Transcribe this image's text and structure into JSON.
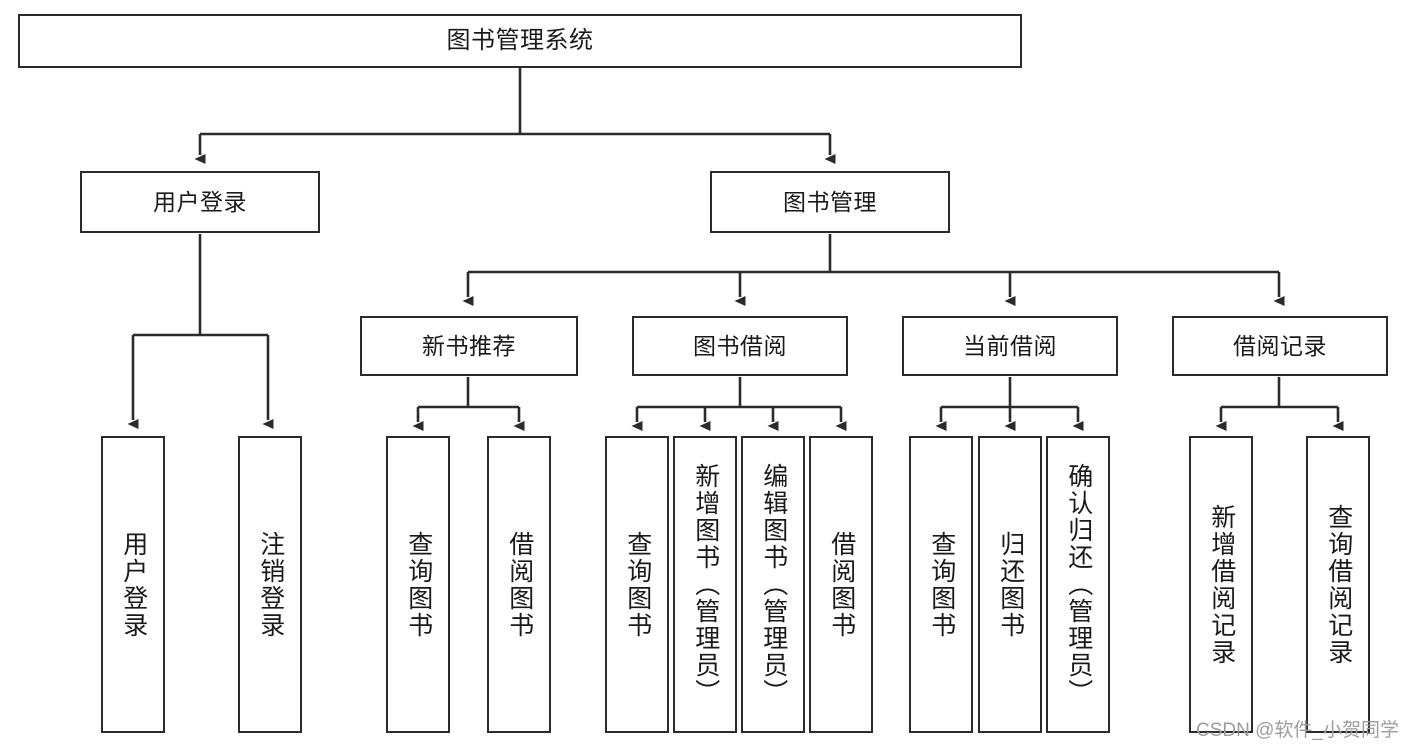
{
  "diagram": {
    "type": "tree",
    "title": "图书管理系统",
    "watermark": "CSDN @软件_小贺同学",
    "colors": {
      "box_border": "#2b2b2b",
      "box_fill": "#ffffff",
      "edge": "#2b2b2b",
      "text": "#1a1a1a",
      "watermark": "#9d9d9d"
    },
    "nodes": {
      "root": {
        "label": "图书管理系统"
      },
      "level2": [
        {
          "id": "user-login",
          "label": "用户登录"
        },
        {
          "id": "book-manage",
          "label": "图书管理"
        }
      ],
      "level3": [
        {
          "id": "new-book-rec",
          "label": "新书推荐"
        },
        {
          "id": "book-borrow",
          "label": "图书借阅"
        },
        {
          "id": "current-borrow",
          "label": "当前借阅"
        },
        {
          "id": "borrow-record",
          "label": "借阅记录"
        }
      ],
      "leaves": [
        {
          "id": "leaf-user-login",
          "label": "用户登录",
          "parent": "user-login"
        },
        {
          "id": "leaf-logout",
          "label": "注销登录",
          "parent": "user-login"
        },
        {
          "id": "leaf-query-book-1",
          "label": "查询图书",
          "parent": "new-book-rec"
        },
        {
          "id": "leaf-borrow-book-1",
          "label": "借阅图书",
          "parent": "new-book-rec"
        },
        {
          "id": "leaf-query-book-2",
          "label": "查询图书",
          "parent": "book-borrow"
        },
        {
          "id": "leaf-add-book",
          "label": "新增图书（管理员）",
          "parent": "book-borrow"
        },
        {
          "id": "leaf-edit-book",
          "label": "编辑图书（管理员）",
          "parent": "book-borrow"
        },
        {
          "id": "leaf-borrow-book-2",
          "label": "借阅图书",
          "parent": "book-borrow"
        },
        {
          "id": "leaf-query-book-3",
          "label": "查询图书",
          "parent": "current-borrow"
        },
        {
          "id": "leaf-return-book",
          "label": "归还图书",
          "parent": "current-borrow"
        },
        {
          "id": "leaf-confirm-return",
          "label": "确认归还（管理员）",
          "parent": "current-borrow"
        },
        {
          "id": "leaf-add-borrow-record",
          "label": "新增借阅记录",
          "parent": "borrow-record"
        },
        {
          "id": "leaf-query-borrow-record",
          "label": "查询借阅记录",
          "parent": "borrow-record"
        }
      ]
    }
  }
}
